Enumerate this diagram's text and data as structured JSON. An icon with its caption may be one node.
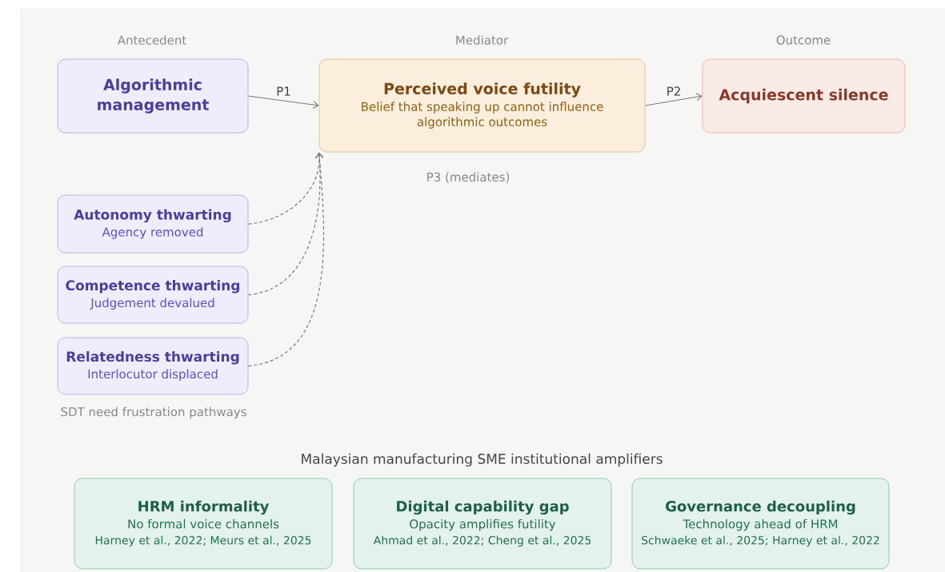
{
  "diagram": {
    "nodes": [
      {
        "text": [
          "Algorithmic management"
        ]
      },
      {
        "text": [
          "Perceived voice futility",
          "Belief that speaking up cannot influence algorithmic outcomes"
        ]
      },
      {
        "text": [
          "Acquiescent silence"
        ]
      },
      {
        "text": [
          "Autonomy thwarting",
          "Agency removed"
        ]
      },
      {
        "text": [
          "Competence thwarting",
          "Judgement devalued"
        ]
      },
      {
        "text": [
          "Relatedness thwarting",
          "Interlocutor displaced"
        ]
      },
      {
        "text": [
          "HRM informality",
          "No formal voice channels",
          "Harney et al., 2022; Meurs et al., 2025"
        ]
      },
      {
        "text": [
          "Digital capability gap",
          "Opacity amplifies futility",
          "Ahmad et al., 2022; Cheng et al., 2025"
        ]
      },
      {
        "text": [
          "Governance decoupling",
          "Technology ahead of HRM",
          "Schwaeke et al., 2025; Harney et al., 2022"
        ]
      }
    ],
    "edges": [
      {
        "from": 0,
        "to": 1,
        "arrow": "to",
        "label": "P1"
      },
      {
        "from": 1,
        "to": 2,
        "arrow": "to",
        "label": "P2"
      },
      {
        "from": 3,
        "to": 1,
        "arrow": "to",
        "style": "dashed"
      },
      {
        "from": 4,
        "to": 1,
        "arrow": "to",
        "style": "dashed"
      },
      {
        "from": 5,
        "to": 1,
        "arrow": "to",
        "style": "dashed"
      }
    ],
    "labels": [
      "Antecedent",
      "Mediator",
      "Outcome",
      "P3 (mediates)",
      "SDT need frustration pathways",
      "Malaysian manufacturing SME institutional amplifiers"
    ]
  }
}
